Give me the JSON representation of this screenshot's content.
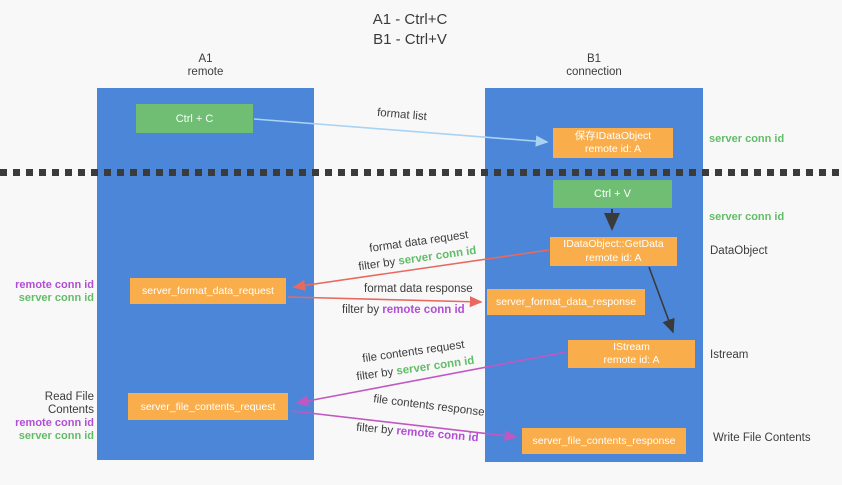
{
  "title": {
    "line1": "A1 - Ctrl+C",
    "line2": "B1 - Ctrl+V"
  },
  "lanes": {
    "left": {
      "name": "A1",
      "role": "remote"
    },
    "right": {
      "name": "B1",
      "role": "connection"
    }
  },
  "nodes": {
    "ctrl_c": {
      "label": "Ctrl + C"
    },
    "ctrl_v": {
      "label": "Ctrl + V"
    },
    "save_dataobject": {
      "line1": "保存IDataObject",
      "line2": "remote id: A"
    },
    "getdata": {
      "line1": "IDataObject::GetData",
      "line2": "remote id: A"
    },
    "istream": {
      "line1": "IStream",
      "line2": "remote id: A"
    },
    "format_request": {
      "label": "server_format_data_request"
    },
    "format_response": {
      "label": "server_format_data_response"
    },
    "file_request": {
      "label": "server_file_contents_request"
    },
    "file_response": {
      "label": "server_file_contents_response"
    }
  },
  "arrow_labels": {
    "format_list": "format list",
    "format_data_request": "format data request",
    "format_data_response": "format data response",
    "file_contents_request": "file contents request",
    "file_contents_response": "file contents response",
    "filter_by": "filter by ",
    "server_conn_id": "server conn id",
    "remote_conn_id": "remote conn id"
  },
  "side_labels": {
    "right_server_conn_id_1": "server conn id",
    "right_server_conn_id_2": "server conn id",
    "dataobject": "DataObject",
    "istream": "Istream",
    "write_file_contents": "Write File Contents",
    "read_file_contents": "Read File Contents",
    "left_remote_conn_id_1": "remote conn id",
    "left_server_conn_id_1": "server conn id",
    "left_remote_conn_id_2": "remote conn id",
    "left_server_conn_id_2": "server conn id"
  },
  "colors": {
    "lane_blue": "#4C86D9",
    "box_green": "#6FBE73",
    "box_orange": "#F9AE4B",
    "arrow_red": "#E8695E",
    "arrow_magenta": "#C158C1",
    "arrow_lightblue": "#A9D3F2",
    "arrow_black": "#3A3A3A",
    "text_green": "#63BD68",
    "text_purple": "#B14FD4",
    "text_dark": "#3C3C3C",
    "background": "#F8F8F9"
  }
}
